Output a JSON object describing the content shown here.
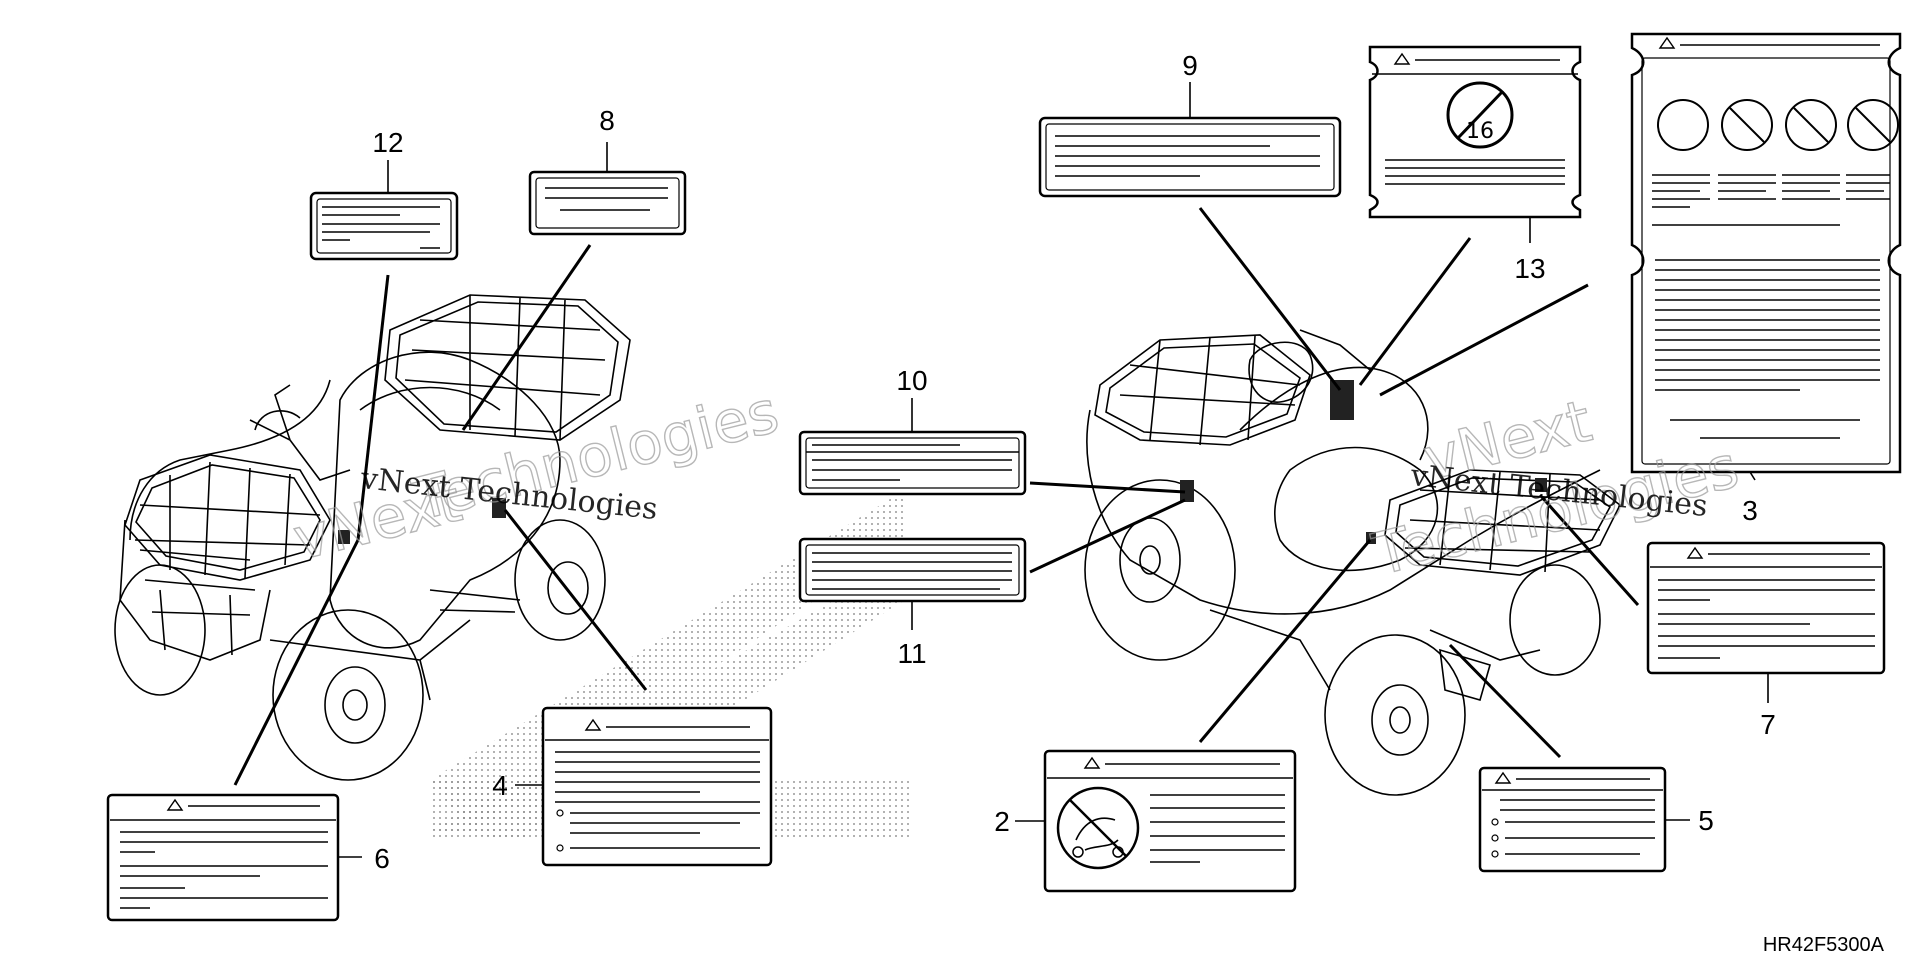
{
  "diagram": {
    "callouts": {
      "c1": "12",
      "c2": "8",
      "c3": "9",
      "c4": "13",
      "c5": "3",
      "c6": "10",
      "c7": "11",
      "c8": "4",
      "c9": "6",
      "c10": "2",
      "c11": "5",
      "c12": "7"
    },
    "icon_text": {
      "age_sign": "16"
    },
    "part_number": "HR42F5300A",
    "watermark": {
      "line1": "vNext Technologies",
      "line2": "vNext",
      "line3": "Technologies"
    }
  }
}
